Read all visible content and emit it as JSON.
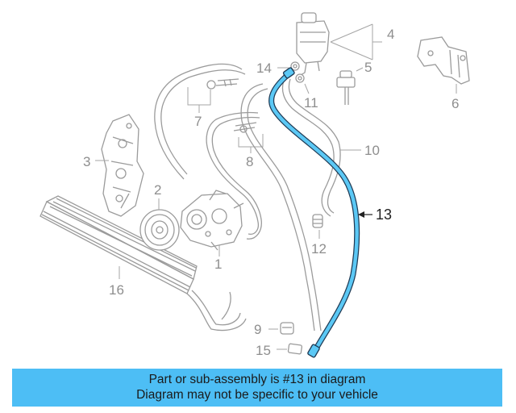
{
  "diagram": {
    "callouts": {
      "c1": "1",
      "c2": "2",
      "c3": "3",
      "c4": "4",
      "c5": "5",
      "c6": "6",
      "c7": "7",
      "c8": "8",
      "c9": "9",
      "c10": "10",
      "c11": "11",
      "c12": "12",
      "c13": "13",
      "c14": "14",
      "c15": "15",
      "c16": "16"
    },
    "highlight_color": "#5bc8f5",
    "line_color": "#9b9b9b"
  },
  "banner": {
    "line1": "Part or sub-assembly is #13 in diagram",
    "line2": "Diagram may not be specific to your vehicle",
    "background": "#4dbef5"
  }
}
